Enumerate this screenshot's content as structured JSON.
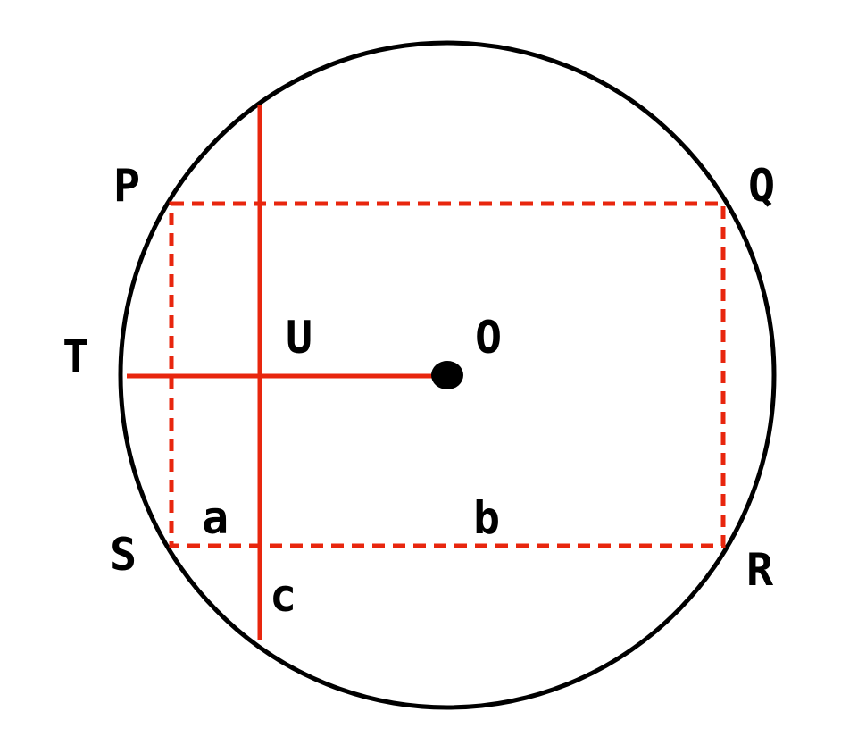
{
  "colors": {
    "background": "#ffffff",
    "circle": "#000000",
    "construction": "#e8260e",
    "center_dot": "#000000",
    "text": "#000000"
  },
  "labels": {
    "P": "P",
    "Q": "Q",
    "R": "R",
    "S": "S",
    "T": "T",
    "U": "U",
    "O": "O",
    "a": "a",
    "b": "b",
    "c": "c"
  }
}
